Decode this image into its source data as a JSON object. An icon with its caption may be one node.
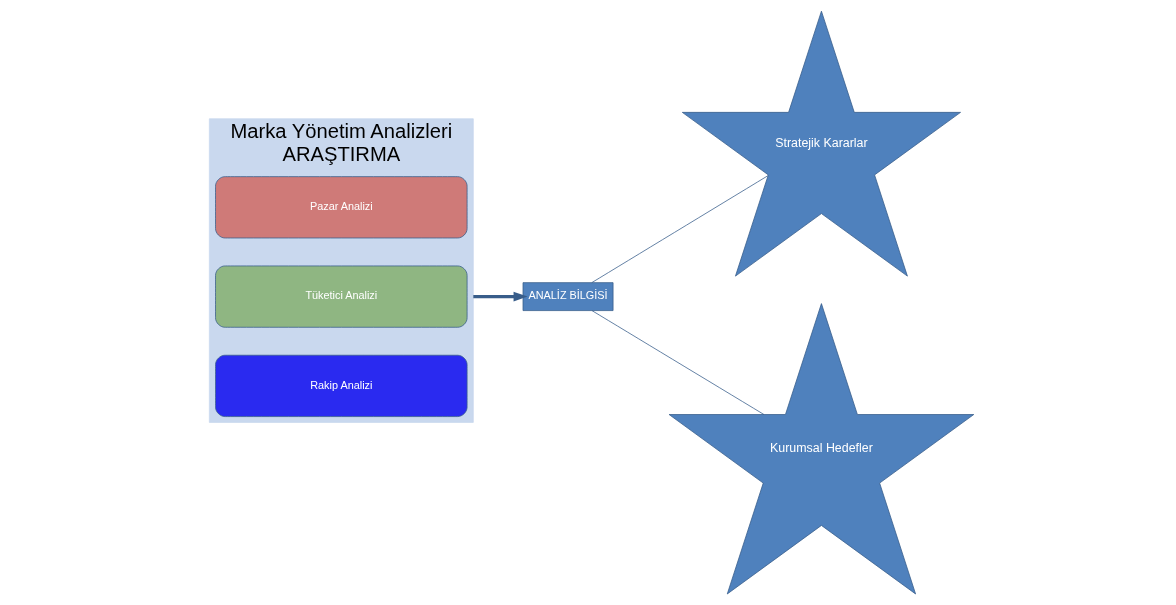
{
  "diagram": {
    "nodes": [
      {
        "text": [
          "Marka Yönetim Analizleri",
          "ARAŞTIRMA"
        ]
      },
      {
        "text": [
          "Pazar Analizi"
        ],
        "in": 0
      },
      {
        "text": [
          "Tüketici Analizi"
        ],
        "in": 0
      },
      {
        "text": [
          "Rakip Analizi"
        ],
        "in": 0
      },
      {
        "text": [
          "ANALİZ BİLGİSİ"
        ]
      },
      {
        "text": [
          "Stratejik Kararlar"
        ]
      },
      {
        "text": [
          "Kurumsal Hedefler"
        ]
      }
    ],
    "edges": [
      {
        "from": 0,
        "to": 4,
        "arrow": "to",
        "style": "thick"
      },
      {
        "from": 4,
        "to": 5,
        "arrow": "none"
      },
      {
        "from": 4,
        "to": 6,
        "arrow": "none"
      }
    ]
  }
}
